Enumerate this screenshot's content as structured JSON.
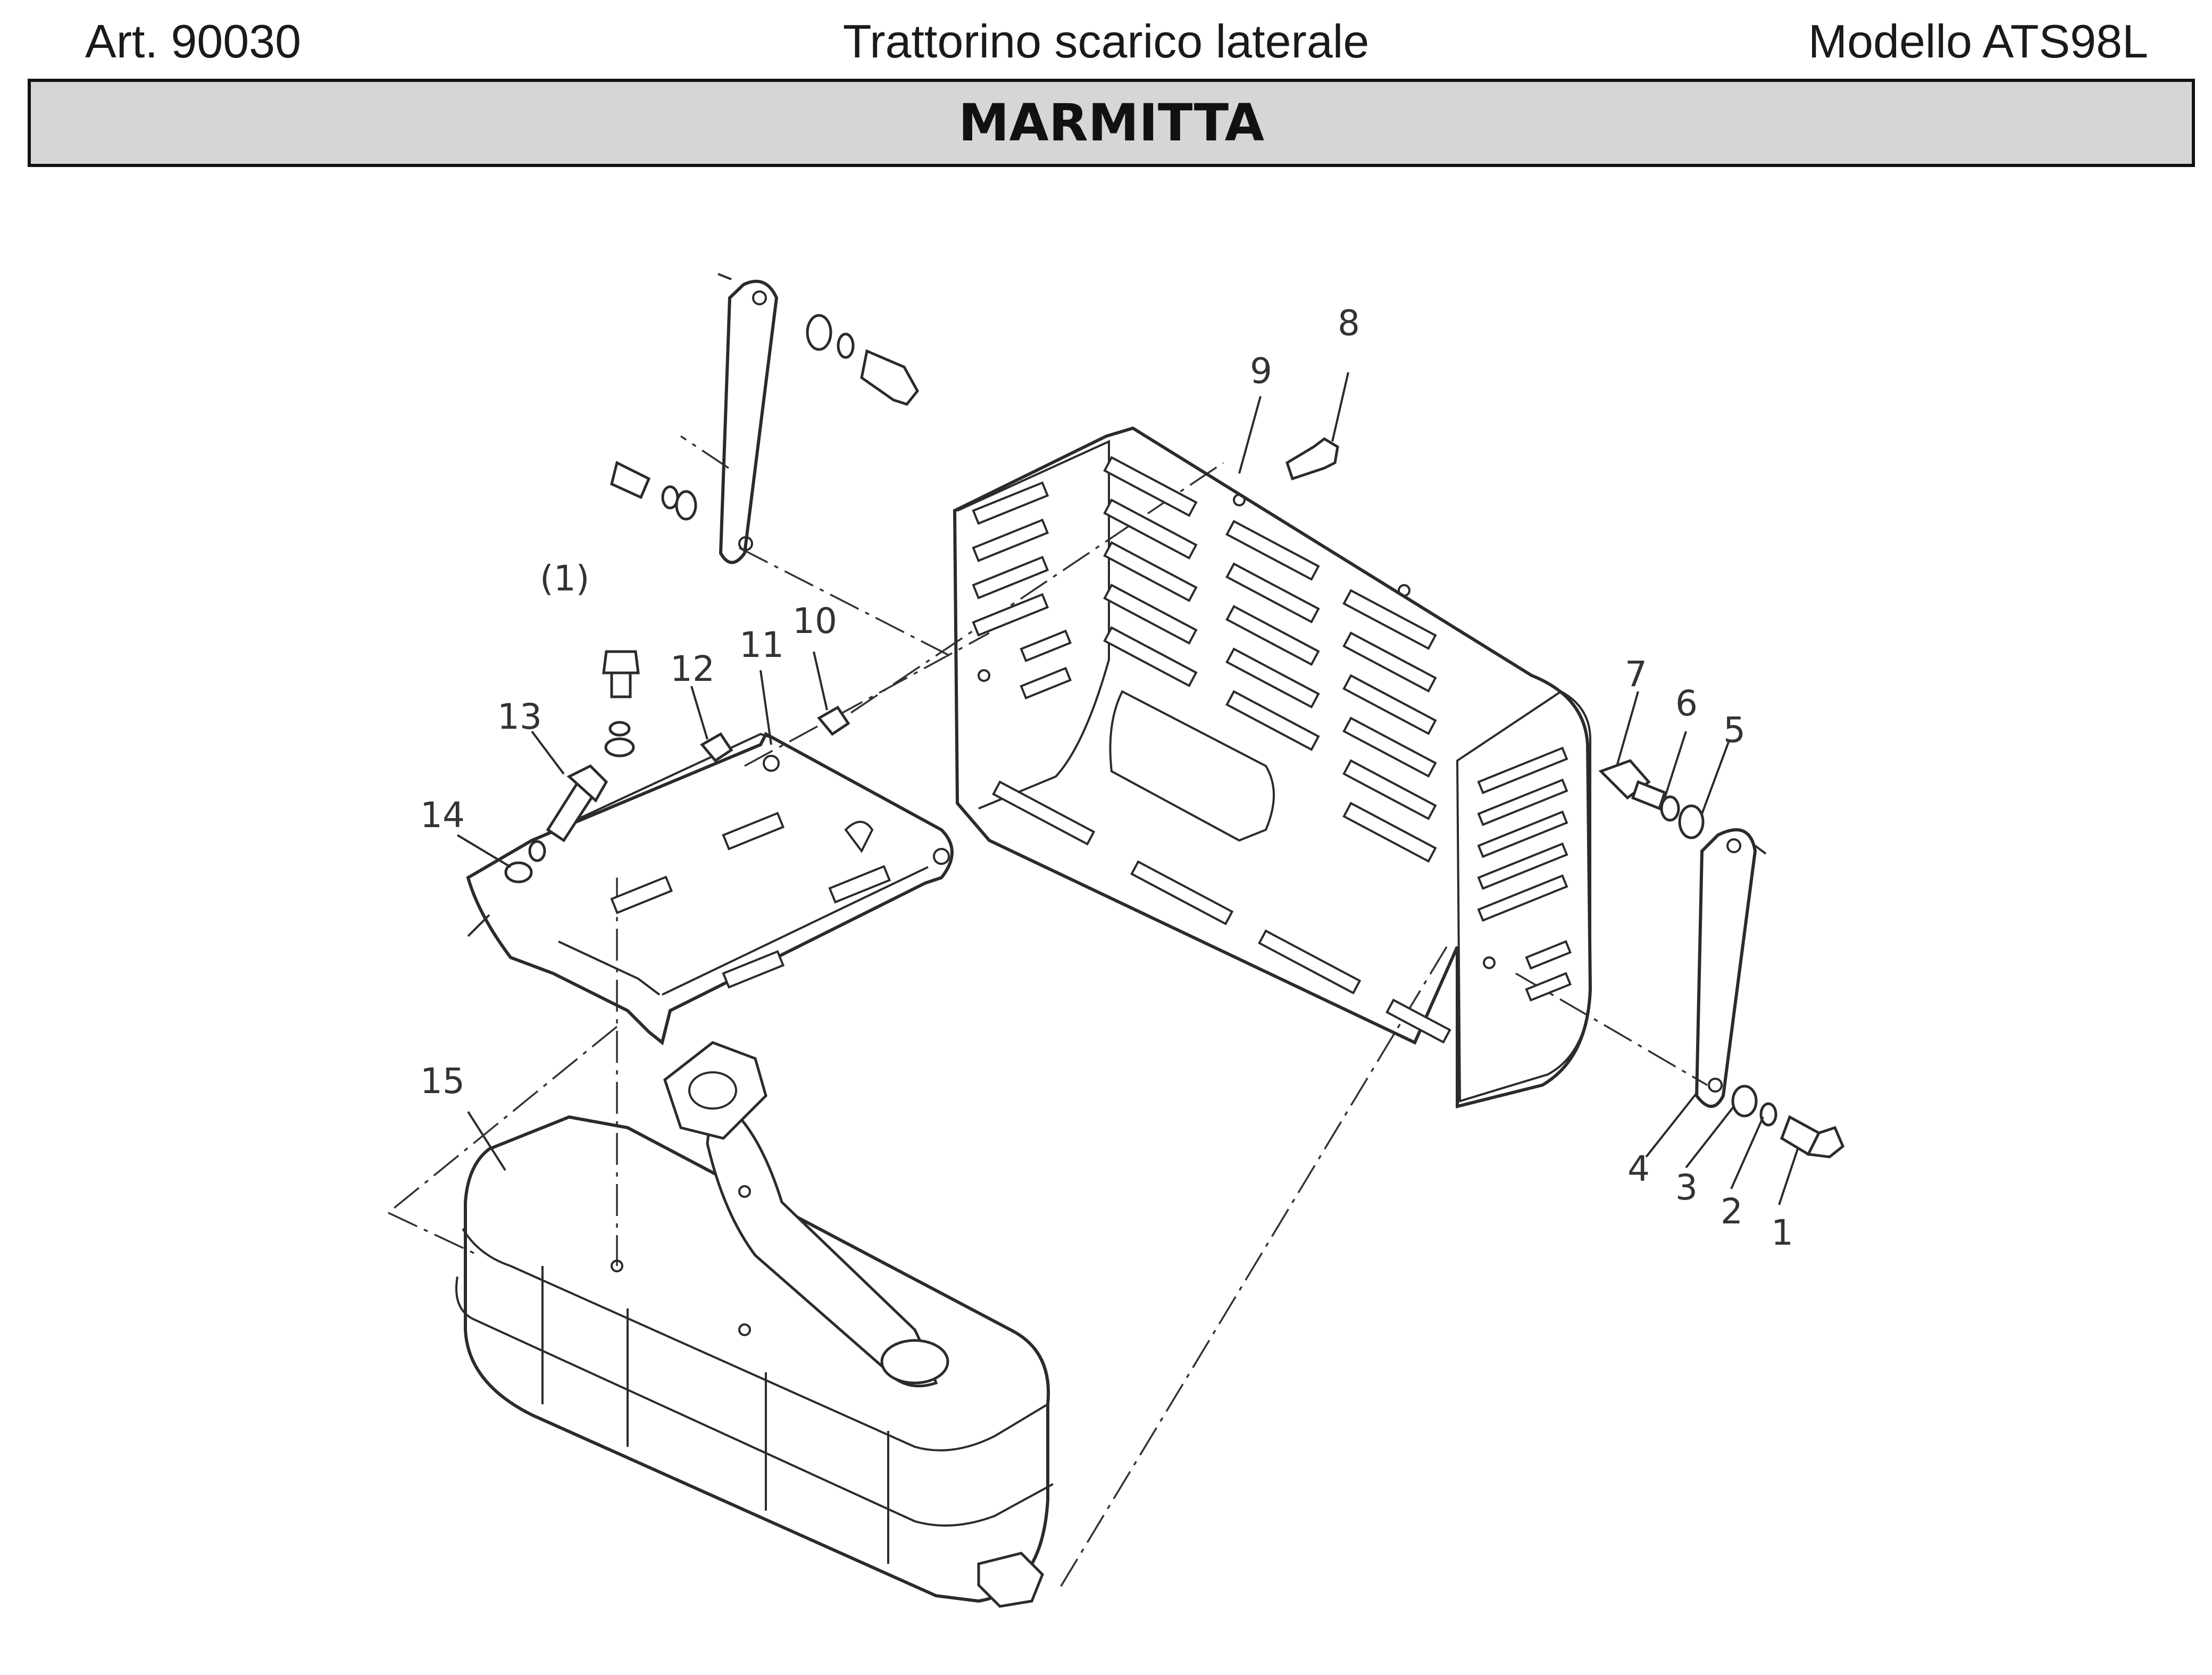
{
  "header": {
    "article": "Art. 90030",
    "description": "Trattorino scarico laterale",
    "model": "Modello ATS98L"
  },
  "section_title": "MARMITTA",
  "callouts": {
    "c1": "1",
    "c2": "2",
    "c3": "3",
    "c4": "4",
    "c5": "5",
    "c6": "6",
    "c7": "7",
    "c8": "8",
    "c9": "9",
    "c10": "10",
    "c11": "11",
    "c12": "12",
    "c13": "13",
    "c14": "14",
    "c15": "15",
    "c1p": "(1)"
  }
}
